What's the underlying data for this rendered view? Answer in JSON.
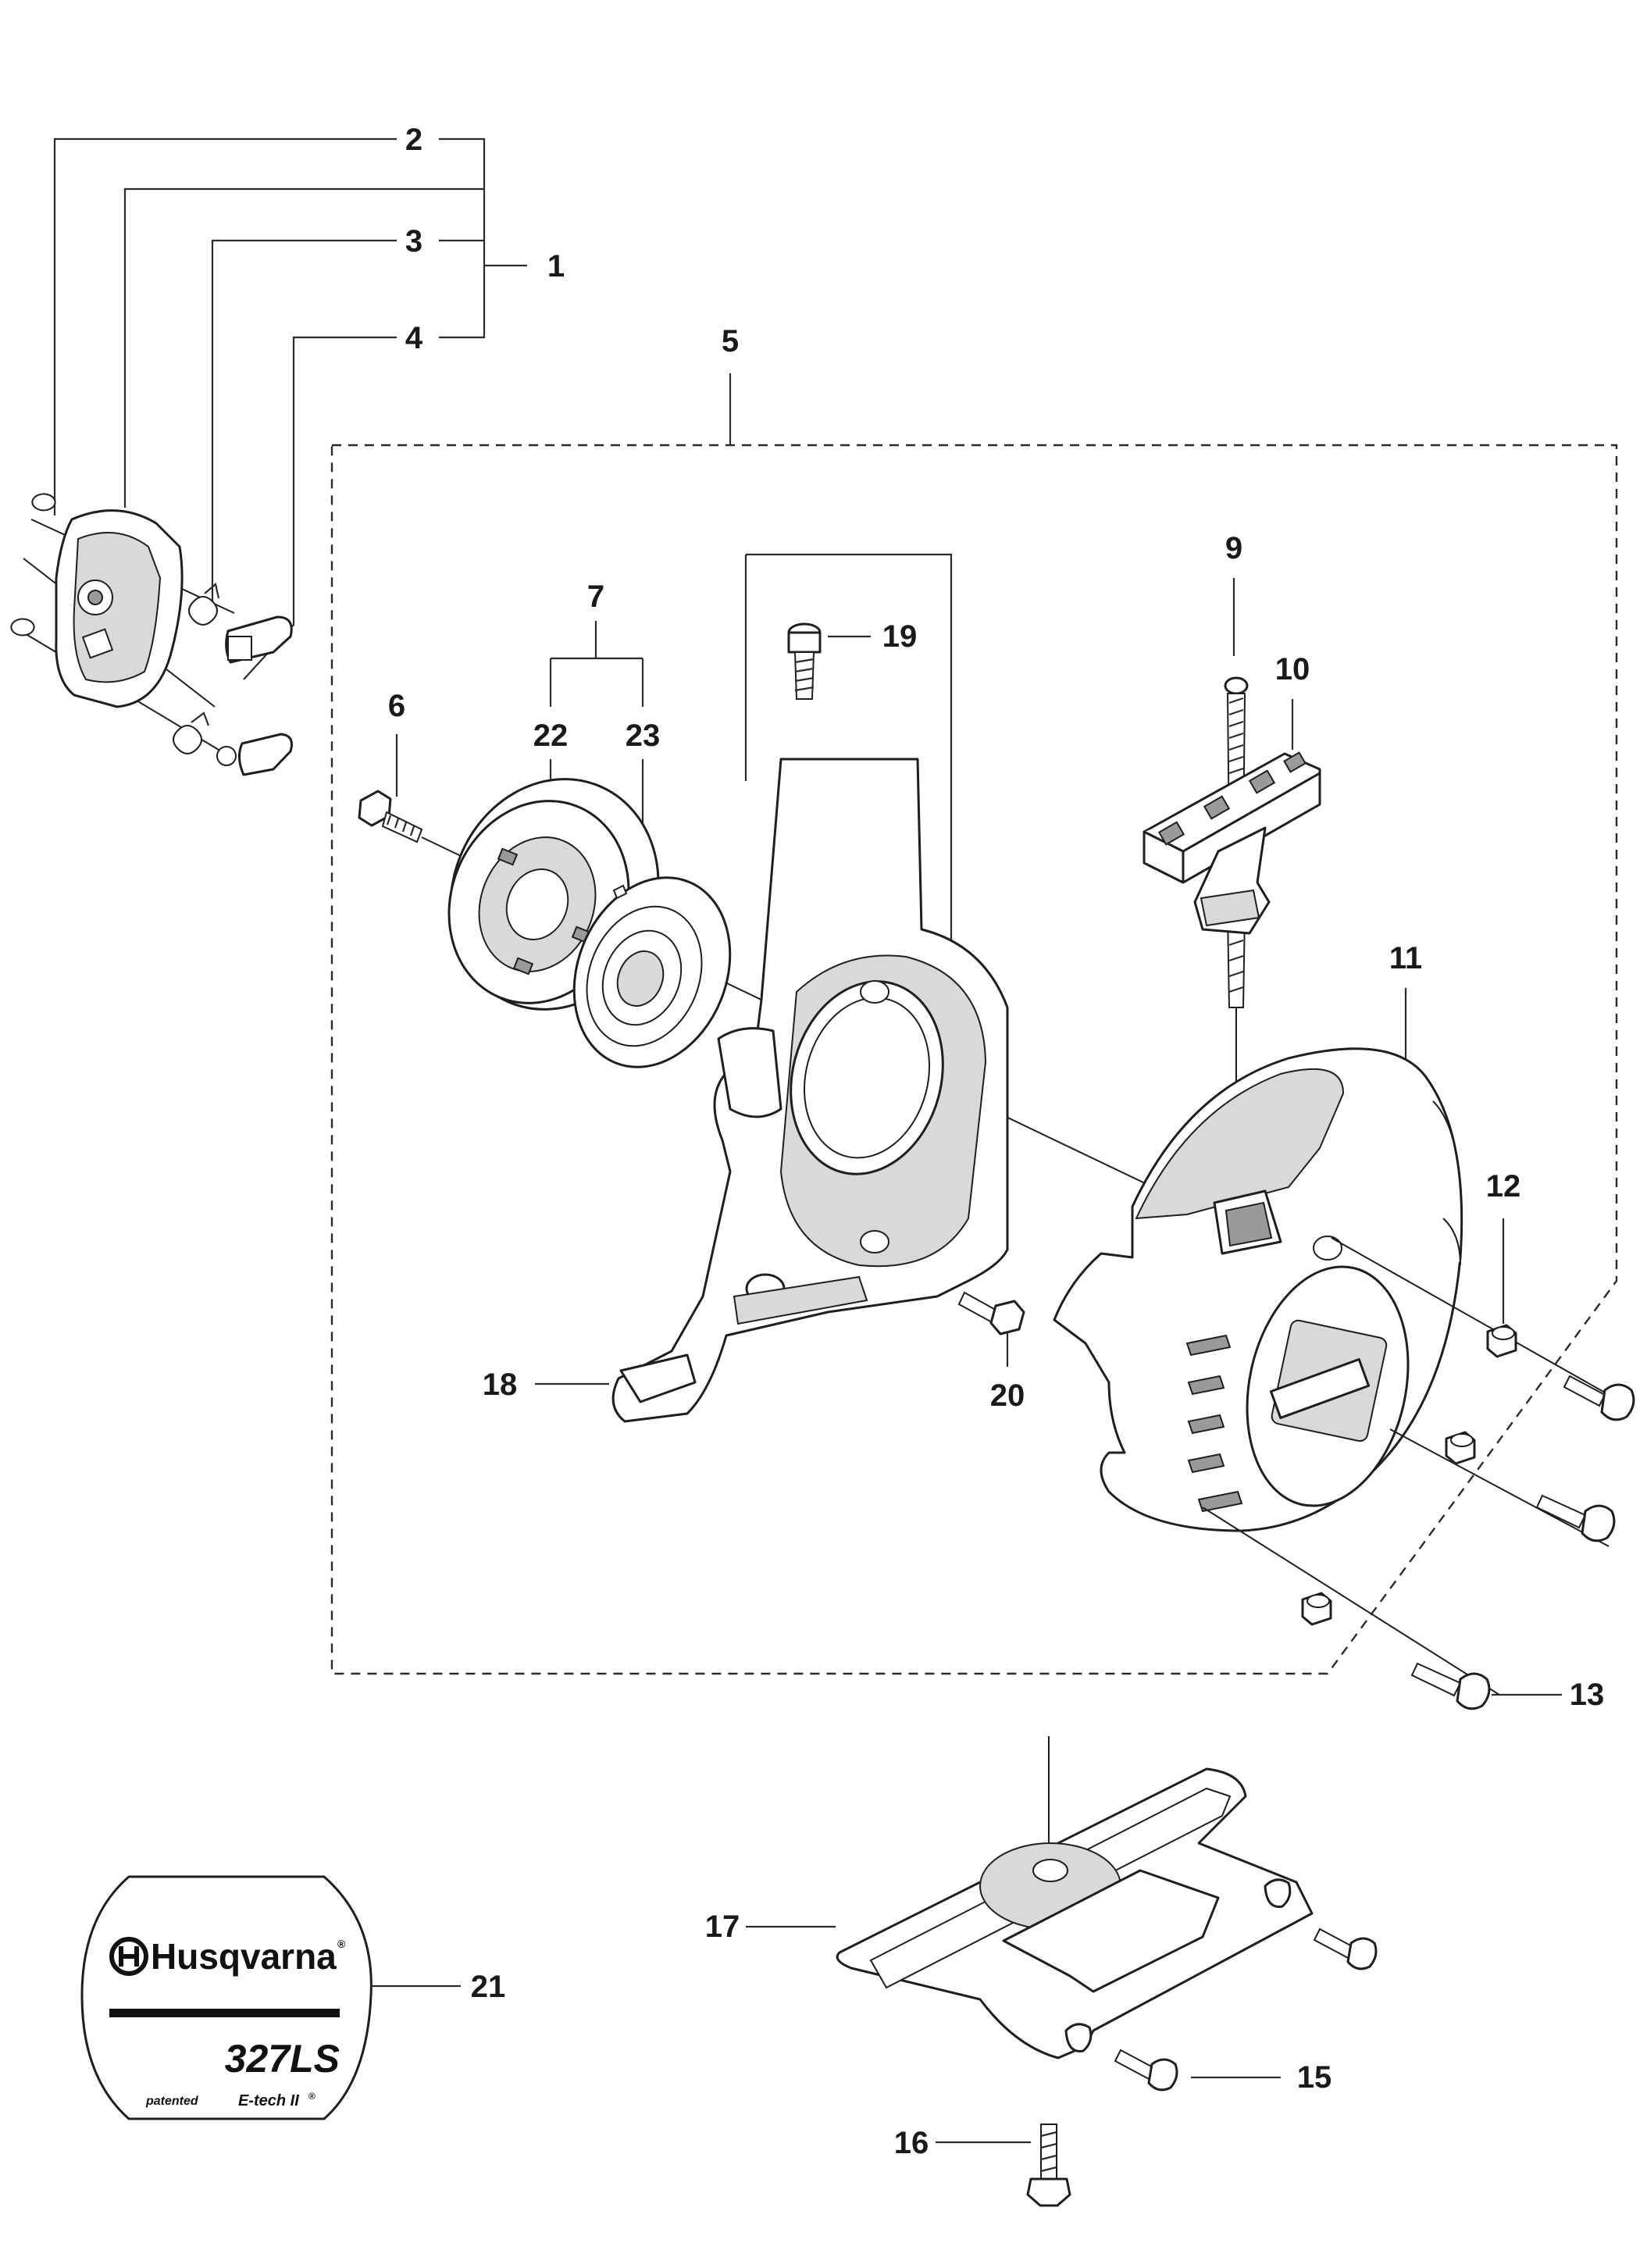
{
  "callouts": {
    "c1": "1",
    "c2": "2",
    "c3": "3",
    "c4": "4",
    "c5": "5",
    "c6": "6",
    "c7": "7",
    "c9": "9",
    "c10": "10",
    "c11": "11",
    "c12": "12",
    "c13": "13",
    "c15": "15",
    "c16": "16",
    "c17": "17",
    "c18": "18",
    "c19": "19",
    "c20": "20",
    "c21": "21",
    "c22": "22",
    "c23": "23"
  },
  "decal": {
    "brand": "Husqvarna",
    "registered": "®",
    "model": "327LS",
    "patented": "patented",
    "etech": "E-tech II",
    "etech_mark": "®"
  }
}
